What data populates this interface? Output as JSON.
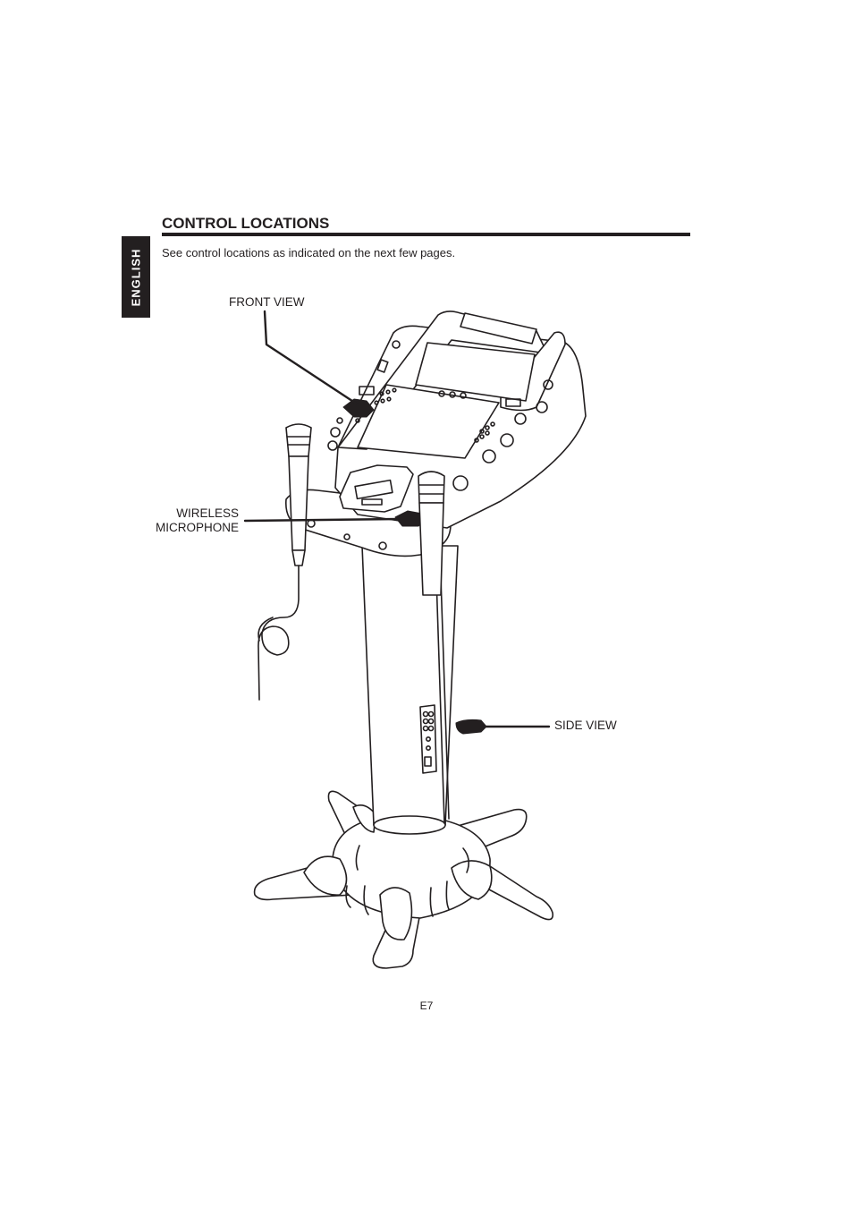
{
  "sidebar": {
    "language_tab": "ENGLISH"
  },
  "section": {
    "title": "CONTROL LOCATIONS",
    "intro": "See control locations as indicated on the next few pages."
  },
  "illustration": {
    "callouts": {
      "front_view": "FRONT VIEW",
      "wireless_mic_line1": "WIRELESS",
      "wireless_mic_line2": "MICROPHONE",
      "side_view": "SIDE VIEW"
    }
  },
  "footer": {
    "page_number": "E7"
  },
  "colors": {
    "ink": "#231f20",
    "paper": "#ffffff",
    "tab_fill": "#231f20"
  }
}
